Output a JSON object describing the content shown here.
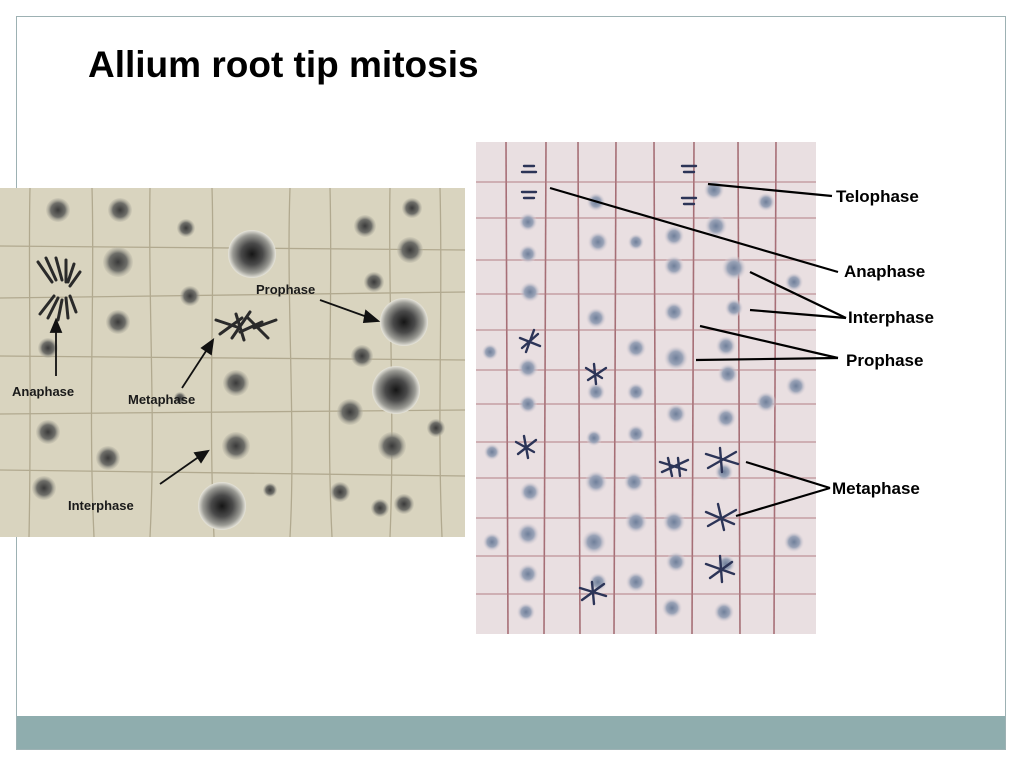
{
  "slide": {
    "title": "Allium root tip mitosis"
  },
  "left_figure": {
    "labels": {
      "prophase": "Prophase",
      "anaphase": "Anaphase",
      "metaphase": "Metaphase",
      "interphase": "Interphase"
    }
  },
  "right_figure": {
    "labels": {
      "telophase": "Telophase",
      "anaphase": "Anaphase",
      "interphase": "Interphase",
      "prophase": "Prophase",
      "metaphase": "Metaphase"
    }
  },
  "colors": {
    "frame": "#9db1b3",
    "footer": "#8fadae",
    "left_background": "#d9d4bf",
    "right_background": "#e9dfe1"
  }
}
